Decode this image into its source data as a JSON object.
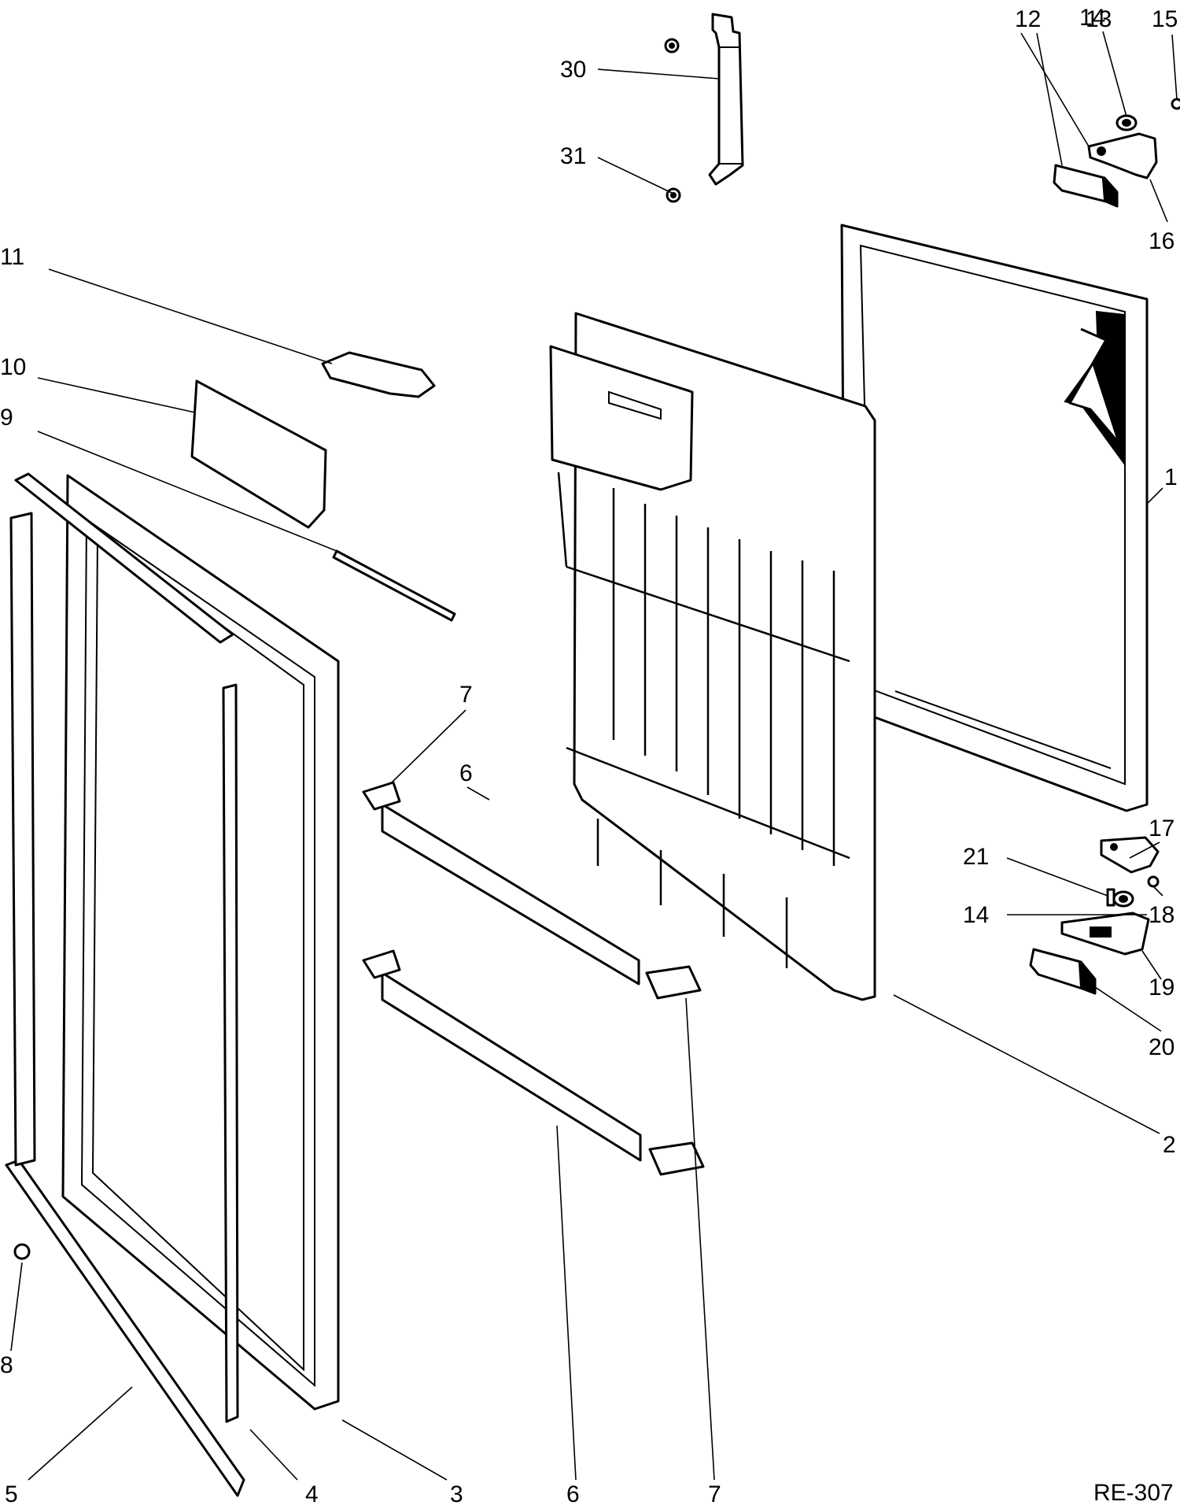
{
  "callouts": {
    "c1": "1",
    "c2": "2",
    "c3": "3",
    "c4": "4",
    "c5": "5",
    "c6a": "6",
    "c6b": "6",
    "c7a": "7",
    "c7b": "7",
    "c8": "8",
    "c9": "9",
    "c10": "10",
    "c11": "11",
    "c12": "12",
    "c13": "13",
    "c14a": "14",
    "c14b": "14",
    "c15": "15",
    "c16": "16",
    "c17": "17",
    "c18": "18",
    "c19": "19",
    "c20": "20",
    "c21": "21",
    "c30": "30",
    "c31": "31"
  },
  "drawing_code": "RE-307"
}
